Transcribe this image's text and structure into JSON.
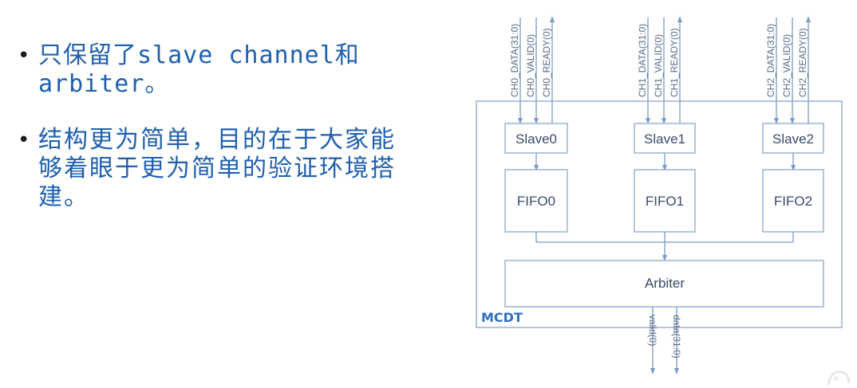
{
  "bullets": [
    {
      "lines": [
        "只保留了slave channel和",
        "arbiter。"
      ]
    },
    {
      "lines": [
        "结构更为简单，目的在于大家能",
        "够着眼于更为简单的验证环境搭",
        "建。"
      ]
    }
  ],
  "diagram": {
    "container_label": "MCDT",
    "slaves": [
      {
        "slave": "Slave0",
        "fifo": "FIFO0",
        "signals": [
          "CH0_DATA(31:0)",
          "CH0_VALID(0)",
          "CH0_READY(0)"
        ]
      },
      {
        "slave": "Slave1",
        "fifo": "FIFO1",
        "signals": [
          "CH1_DATA(31:0)",
          "CH1_VALID(0)",
          "CH1_READY(0)"
        ]
      },
      {
        "slave": "Slave2",
        "fifo": "FIFO2",
        "signals": [
          "CH2_DATA(31:0)",
          "CH2_VALID(0)",
          "CH2_READY(0)"
        ]
      }
    ],
    "arbiter": "Arbiter",
    "outputs": [
      "valid(0)",
      "data(31:0)"
    ]
  },
  "colors": {
    "text_blue": "#1f5fae",
    "wire": "#7d9cc0",
    "mcdt": "#2f6fc0"
  }
}
